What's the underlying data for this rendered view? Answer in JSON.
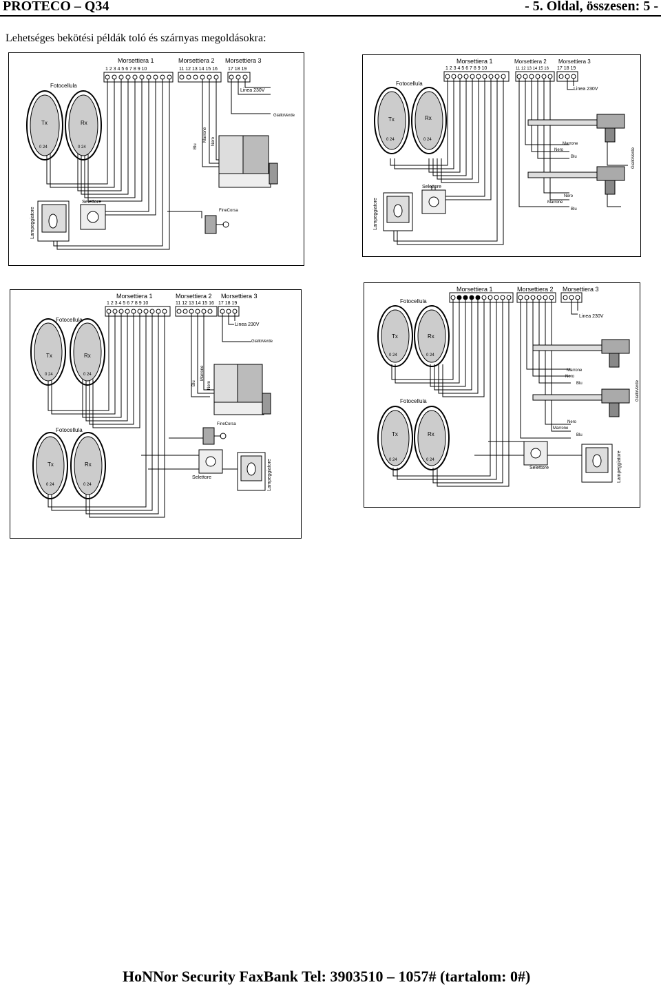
{
  "header": {
    "left": "PROTECO – Q34",
    "right": "- 5. Oldal, összesen: 5 -"
  },
  "intro": "Lehetséges bekötési példák toló és szárnyas megoldásokra:",
  "footer": "HoNNor Security FaxBank Tel: 3903510 – 1057# (tartalom: 0#)",
  "labels": {
    "morsettiera1": "Morsettiera 1",
    "morsettiera2": "Morsettiera 2",
    "morsettiera3": "Morsettiera 3",
    "terms1": "1 2 3 4 5 6 7 8 9 10",
    "terms2": "11 12 13 14 15 16",
    "terms3": "17 18 19",
    "fotocellula": "Fotocellula",
    "tx": "Tx",
    "rx": "Rx",
    "v024": "0 24",
    "linea": "Linea 230V",
    "gialloverde": "GialloVerde",
    "blu": "Blu",
    "marrone": "Marrone",
    "nero": "Nero",
    "finecorsa": "FineCorsa",
    "selettore": "Selettore",
    "lampeggiatore": "Lampeggiatore"
  }
}
